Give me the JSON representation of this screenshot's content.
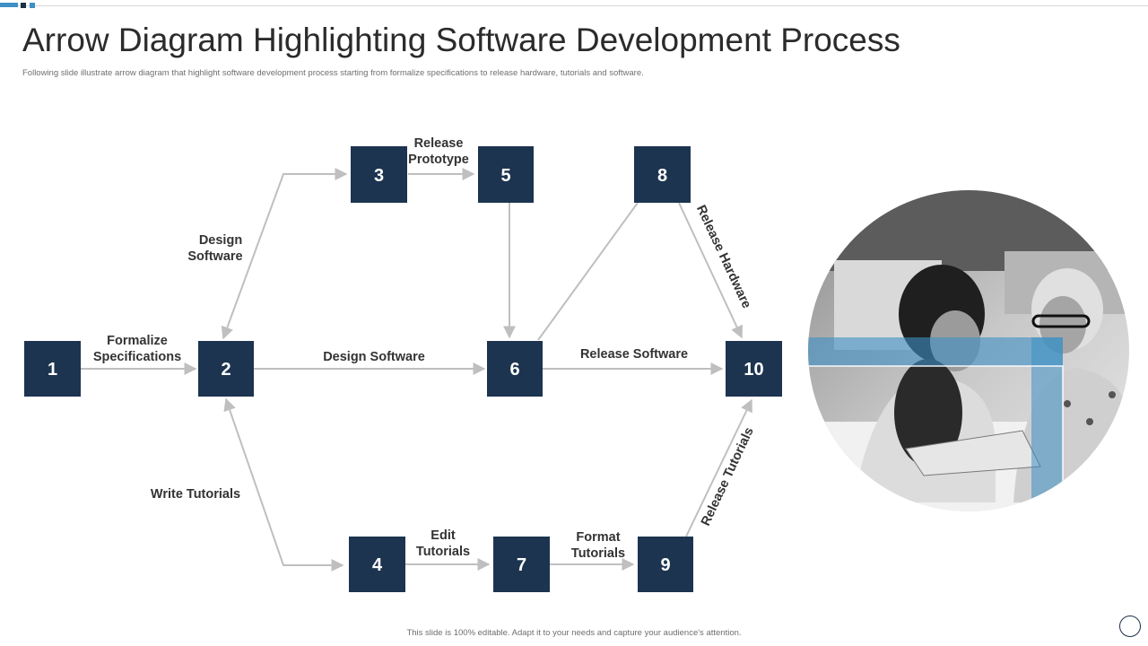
{
  "header": {
    "title": "Arrow Diagram Highlighting Software Development Process",
    "subtitle": "Following slide illustrate arrow diagram that highlight  software development process starting from formalize specifications to release hardware, tutorials and software."
  },
  "diagram": {
    "nodes": [
      "1",
      "2",
      "3",
      "4",
      "5",
      "6",
      "7",
      "8",
      "9",
      "10"
    ],
    "labels": {
      "formalize_line1": "Formalize",
      "formalize_line2": "Specifications",
      "design_upper_line1": "Design",
      "design_upper_line2": "Software",
      "release_proto_line1": "Release",
      "release_proto_line2": "Prototype",
      "design_middle": "Design Software",
      "release_software": "Release Software",
      "release_hardware": "Release Hardware",
      "write_tutorials": "Write Tutorials",
      "edit_line1": "Edit",
      "edit_line2": "Tutorials",
      "format_line1": "Format",
      "format_line2": "Tutorials",
      "release_tutorials": "Release Tutorials"
    }
  },
  "colors": {
    "node_fill": "#1c3450",
    "arrow": "#bfbfbf",
    "accent": "#3d8fc4"
  },
  "footer": {
    "note": "This slide is 100% editable.  Adapt it to your needs and capture your audience's attention."
  }
}
